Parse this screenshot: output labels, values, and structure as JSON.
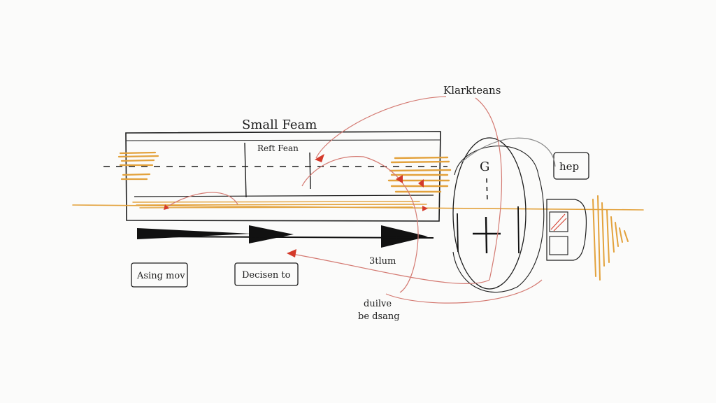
{
  "labels": {
    "title": "Small Feam",
    "inner_label": "Reft Fean",
    "top_right": "Klarkteans",
    "help": "hep",
    "left_box": "Asing mov",
    "middle_box": "Decisen to",
    "arrow_label": "3tlum",
    "bottom_line1": "duilve",
    "bottom_line2": "be dsang",
    "circle_letter": "G"
  },
  "colors": {
    "ink": "#1d1d1d",
    "red": "#d43a2a",
    "orange": "#e3a23c",
    "pencil": "#555555"
  }
}
